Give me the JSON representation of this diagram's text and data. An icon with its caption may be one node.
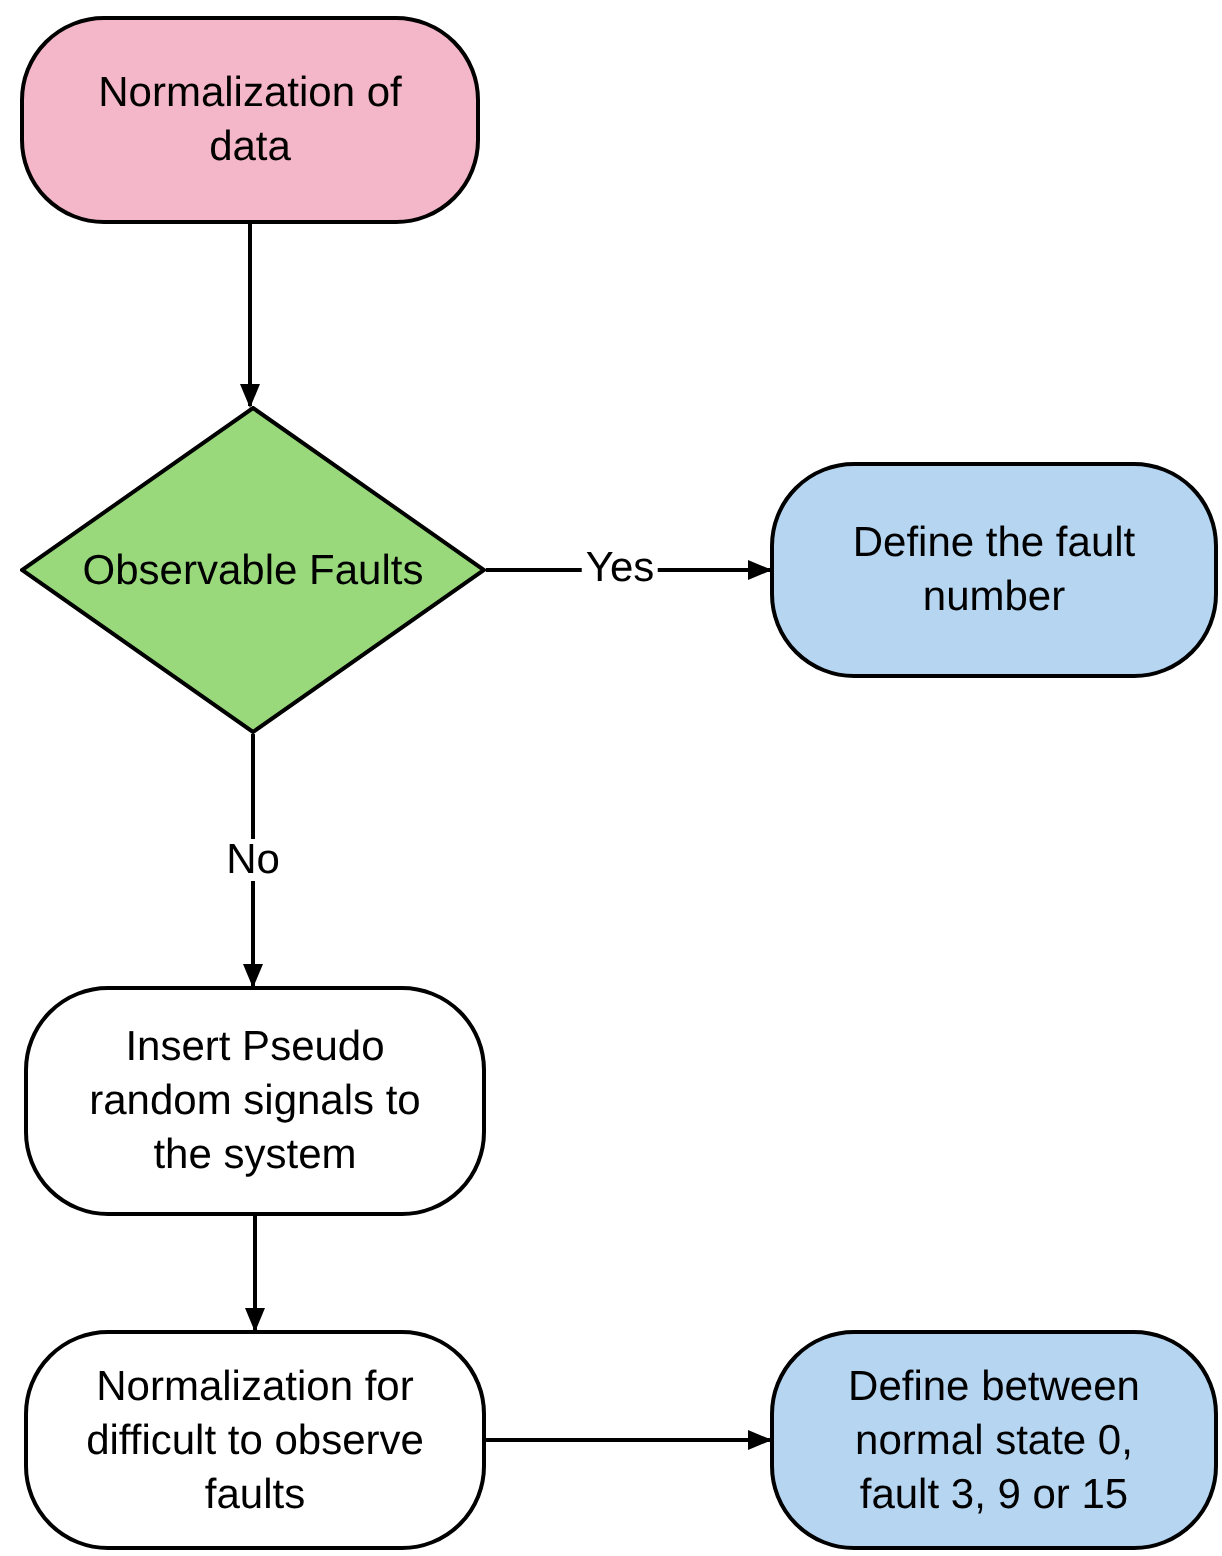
{
  "diagram": {
    "nodes": [
      {
        "text": [
          "Normalization of data"
        ]
      },
      {
        "text": [
          "Observable Faults"
        ]
      },
      {
        "text": [
          "Define the fault number"
        ]
      },
      {
        "text": [
          "Insert Pseudo random signals to the system"
        ]
      },
      {
        "text": [
          "Normalization for difficult to observe faults"
        ]
      },
      {
        "text": [
          "Define between normal state 0, fault 3, 9 or 15"
        ]
      }
    ],
    "edges": [
      {
        "from": 0,
        "to": 1,
        "arrow": "to"
      },
      {
        "from": 1,
        "to": 2,
        "arrow": "to",
        "label": "Yes"
      },
      {
        "from": 1,
        "to": 3,
        "arrow": "to",
        "label": "No"
      },
      {
        "from": 3,
        "to": 4,
        "arrow": "to"
      },
      {
        "from": 4,
        "to": 5,
        "arrow": "to"
      }
    ]
  }
}
